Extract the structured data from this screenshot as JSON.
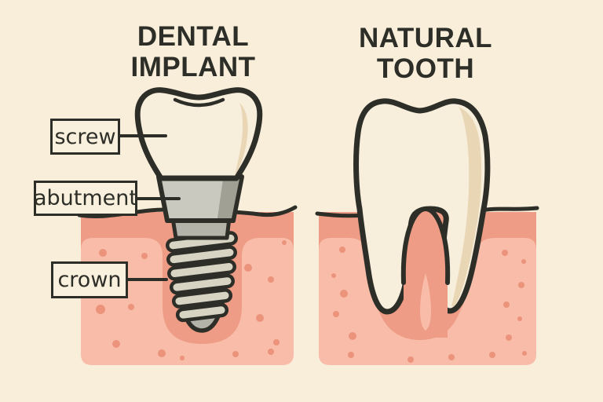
{
  "panels": {
    "left": {
      "title": "DENTAL IMPLANT",
      "labels": [
        {
          "text": "screw"
        },
        {
          "text": "abutment"
        },
        {
          "text": "crown"
        }
      ]
    },
    "right": {
      "title": "NATURAL TOOTH"
    }
  },
  "colors": {
    "background": "#f8eeda",
    "ink": "#2e2e28",
    "tooth": "#f7efdc",
    "tooth_shade": "#e9d6b5",
    "metal": "#b3b3aa",
    "metal_light": "#c9c9bf",
    "metal_dark": "#a0a095",
    "thread": "#d8d4c4",
    "gum_dark": "#ee9c85",
    "gum_light": "#f8bca9",
    "gum_dot": "#eb937b",
    "label_bg": "#f9f0dd"
  }
}
